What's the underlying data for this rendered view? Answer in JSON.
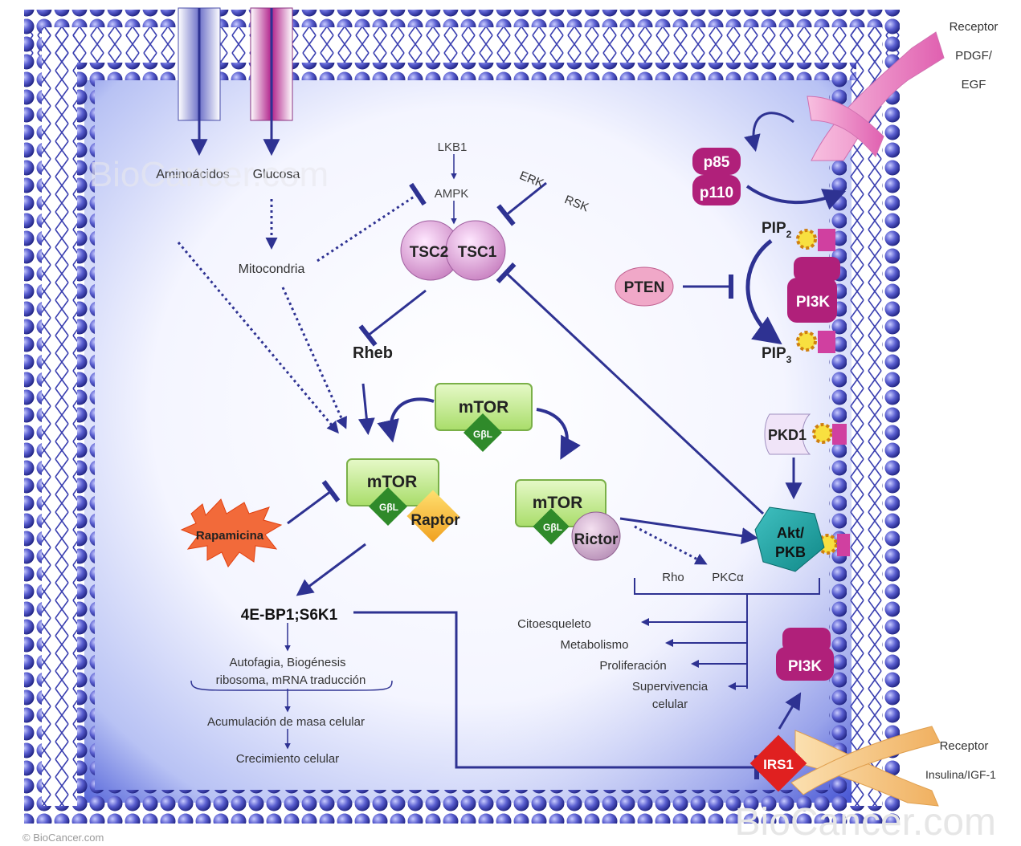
{
  "labels": {
    "receptor_pdgf": [
      "Receptor",
      "PDGF/",
      "EGF"
    ],
    "aminoacidos": "Aminoácidos",
    "glucosa": "Glucosa",
    "mitocondria": "Mitocondria",
    "lkb1": "LKB1",
    "ampk": "AMPK",
    "erk": "ERK",
    "rsk": "RSK",
    "tsc2": "TSC2",
    "tsc1": "TSC1",
    "rheb": "Rheb",
    "p85": "p85",
    "p110": "p110",
    "pip2": "PIP",
    "pip2_sub": "2",
    "pip3": "PIP",
    "pip3_sub": "3",
    "pten": "PTEN",
    "pi3k_top": "PI3K",
    "pkd1": "PKD1",
    "akt": [
      "Akt/",
      "PKB"
    ],
    "mtor_top": "mTOR",
    "gbl": "GβL",
    "mtor_c1": "mTOR",
    "raptor": "Raptor",
    "mtor_c2": "mTOR",
    "rictor": "Rictor",
    "rapamicina": "Rapamicina",
    "rho": "Rho",
    "pkca": "PKCα",
    "outputs_c2": [
      "Citoesqueleto",
      "Metabolismo",
      "Proliferación",
      "Supervivencia",
      "celular"
    ],
    "s6k": "4E-BP1;S6K1",
    "autofagia": [
      "Autofagia, Biogénesis",
      "ribosoma, mRNA traducción"
    ],
    "acumulacion": "Acumulación de masa celular",
    "crecimiento": "Crecimiento celular",
    "pi3k_bottom": "PI3K",
    "irs1": "IRS1",
    "receptor_ins": [
      "Receptor",
      "Insulina/IGF-1"
    ],
    "watermark_bl": "© BioCancer.com",
    "watermark_br": "BioCancer.com",
    "watermark_tl": "BioCancer.com"
  },
  "colors": {
    "membrane": "#2b2f9a",
    "membrane_light": "#8a8ee0",
    "arrow": "#2e3292",
    "green": "#b6e57a",
    "green_dark": "#2f8a2a",
    "magenta": "#b0207a",
    "pink_light": "#e8b8e0"
  }
}
